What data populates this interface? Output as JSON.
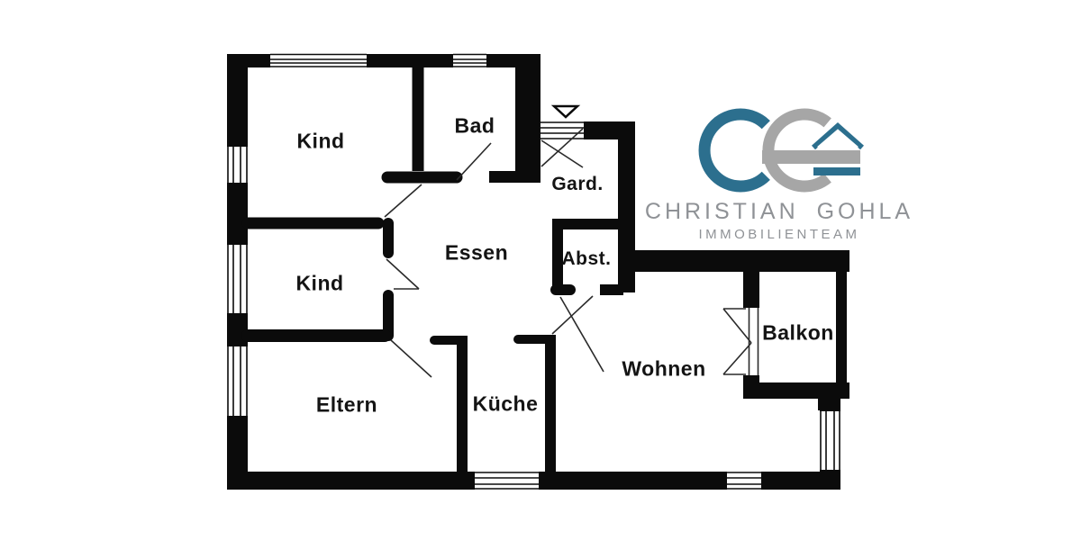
{
  "page": {
    "background": "#ffffff"
  },
  "floor_plan": {
    "rooms": {
      "kind_top": "Kind",
      "bad": "Bad",
      "gard": "Gard.",
      "essen": "Essen",
      "kind_mid": "Kind",
      "abst": "Abst.",
      "eltern": "Eltern",
      "kueche": "Küche",
      "wohnen": "Wohnen",
      "balkon": "Balkon"
    },
    "wall_color": "#0b0b0b",
    "entrance_arrow_icon": "down-triangle"
  },
  "logo": {
    "brand": "CHRISTIAN GOHLA",
    "tagline": "IMMOBILIENTEAM",
    "teal": "#2c6f8e",
    "gray": "#a6a6a6",
    "text_color": "#8f9296"
  }
}
